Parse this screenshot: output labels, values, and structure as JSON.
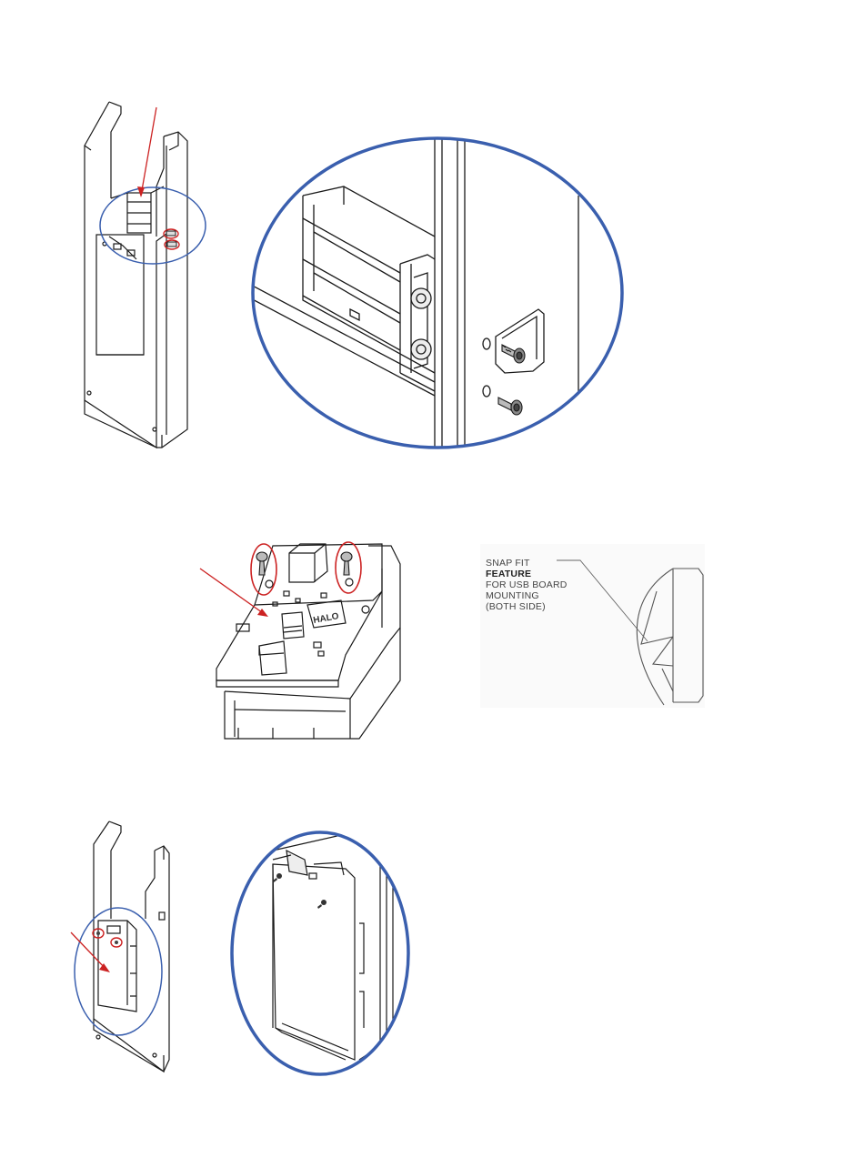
{
  "snap_fit_callout": {
    "line1": "SNAP FIT",
    "line2": "FEATURE",
    "line3": "FOR USB BOARD",
    "line4": "MOUNTING",
    "line5": "(BOTH SIDE)"
  },
  "board_label": "HALO",
  "colors": {
    "outline": "#1a1a1a",
    "callout_circle": "#3a5fae",
    "highlight": "#cc2222",
    "arrow": "#cc2222"
  }
}
